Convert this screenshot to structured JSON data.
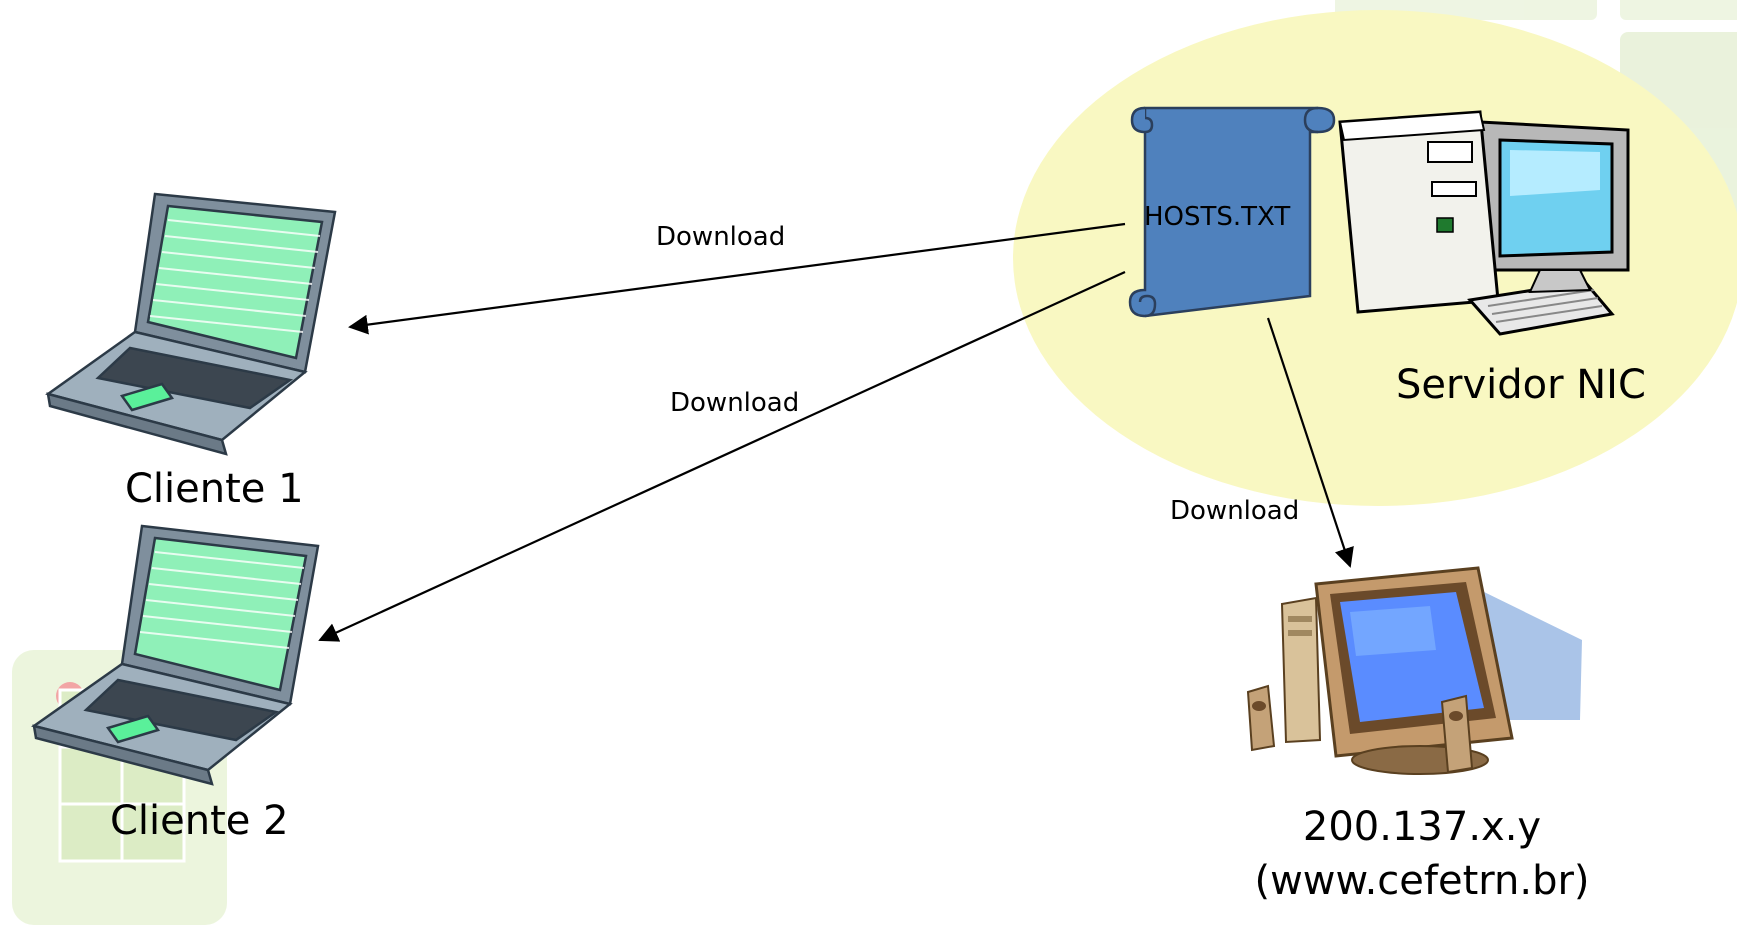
{
  "scroll": {
    "label": "HOSTS.TXT"
  },
  "server": {
    "label": "Servidor NIC"
  },
  "clients": [
    {
      "label": "Cliente 1"
    },
    {
      "label": "Cliente 2"
    }
  ],
  "host": {
    "ip": "200.137.x.y",
    "domain": "(www.cefetrn.br)"
  },
  "arrows": [
    {
      "label": "Download"
    },
    {
      "label": "Download"
    },
    {
      "label": "Download"
    }
  ],
  "colors": {
    "highlight": "#f9f8c2",
    "scroll": "#4f81bd",
    "laptop_screen": "#8ff0b8",
    "laptop_body": "#95a6b5",
    "monitor_screen": "#5aa9ff",
    "pc_case": "#d9c29a",
    "decor_green": "#e9f3d6"
  }
}
